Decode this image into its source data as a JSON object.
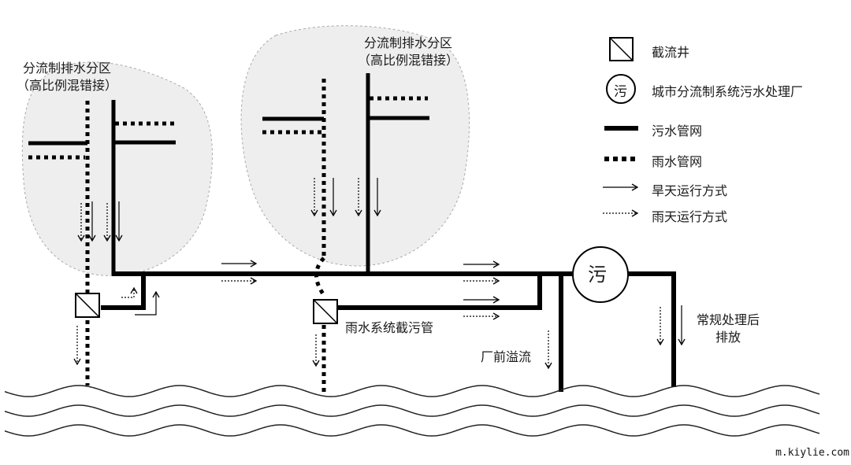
{
  "zones": [
    {
      "title_line1": "分流制排水分区",
      "title_line2": "（高比例混错接）"
    },
    {
      "title_line1": "分流制排水分区",
      "title_line2": "（高比例混错接）"
    }
  ],
  "labels": {
    "rain_interceptor": "雨水系统截污管",
    "plant_overflow": "厂前溢流",
    "discharge_line1": "常规处理后",
    "discharge_line2": "排放",
    "plant_symbol": "污"
  },
  "legend": {
    "items": [
      {
        "symbol": "interceptor-well",
        "label": "截流井"
      },
      {
        "symbol": "treatment-plant",
        "label": "城市分流制系统污水处理厂",
        "glyph": "污"
      },
      {
        "symbol": "sewage-pipe",
        "label": "污水管网"
      },
      {
        "symbol": "storm-pipe",
        "label": "雨水管网"
      },
      {
        "symbol": "dry-weather-arrow",
        "label": "旱天运行方式"
      },
      {
        "symbol": "wet-weather-arrow",
        "label": "雨天运行方式"
      }
    ]
  },
  "colors": {
    "pipe": "#000000",
    "zone_fill": "#eeeeee",
    "zone_border": "#aaaaaa",
    "water": "#222222"
  },
  "watermark": "m.kiylie.com"
}
